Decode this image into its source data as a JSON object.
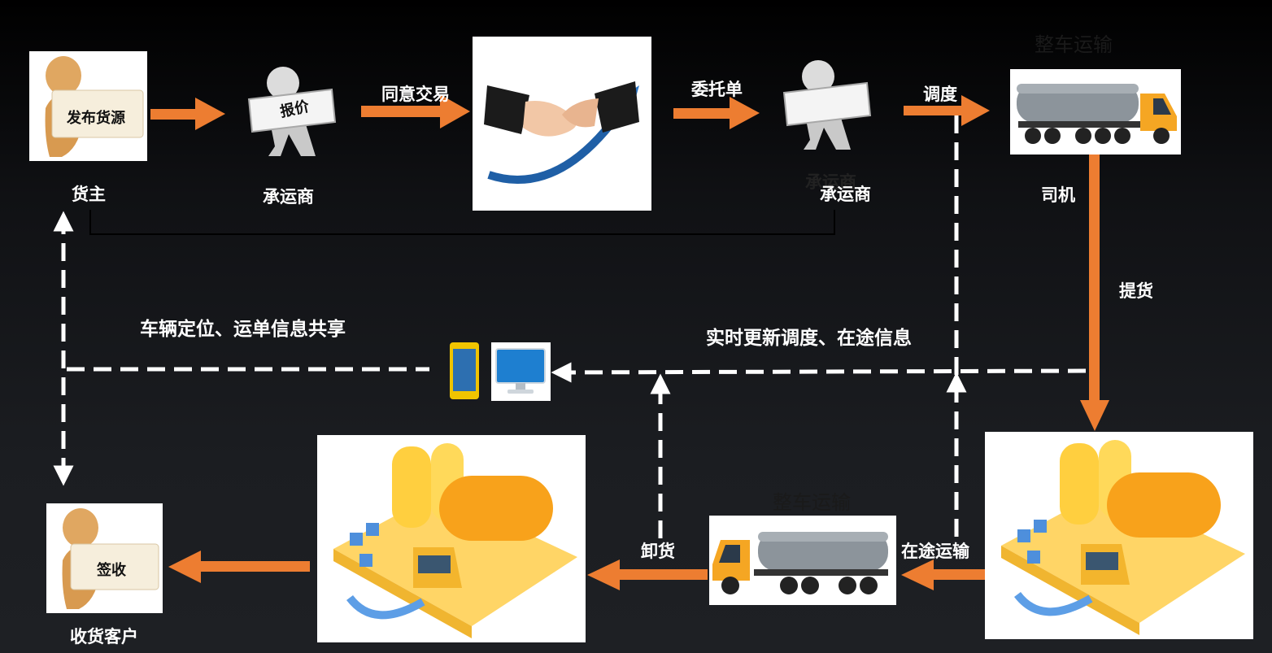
{
  "nodes": {
    "shipper_sign": "发布货源",
    "shipper": "货主",
    "quote_sign": "报价",
    "carrier_1": "承运商",
    "carrier_2": "承运商",
    "carrier_2_ghost": "承运商",
    "truck_top_title": "整车运输",
    "driver": "司机",
    "truck_bottom_title": "整车运输",
    "receive_sign": "签收",
    "receiver": "收货客户"
  },
  "edges": {
    "agree": "同意交易",
    "order": "委托单",
    "dispatch": "调度",
    "pickup": "提货",
    "in_transit": "在途运输",
    "unload": "卸货"
  },
  "info": {
    "share": "车辆定位、运单信息共享",
    "realtime": "实时更新调度、在途信息"
  },
  "colors": {
    "arrow_orange": "#ed7d31",
    "dashed": "#ffffff",
    "tank_orange": "#f5a623",
    "tank_gray": "#8c949b"
  },
  "icons": [
    "handshake-icon",
    "phone-icon",
    "monitor-icon",
    "tanker-truck-icon",
    "oil-depot-icon",
    "figure-icon"
  ]
}
